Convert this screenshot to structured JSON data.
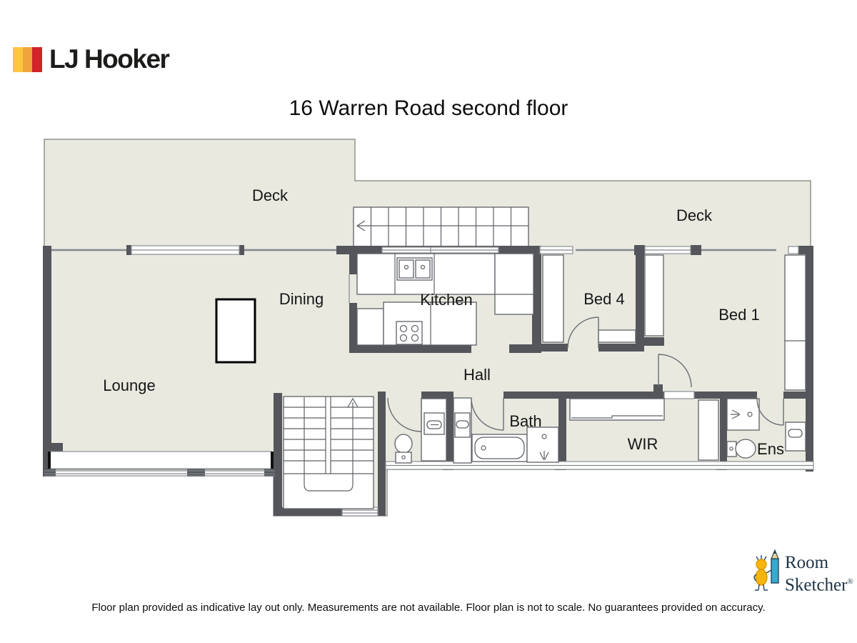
{
  "header": {
    "brand": "LJ Hooker",
    "title": "16 Warren Road second floor"
  },
  "floorplan": {
    "rooms": [
      {
        "id": "deck-left",
        "label": "Deck"
      },
      {
        "id": "deck-right",
        "label": "Deck"
      },
      {
        "id": "dining",
        "label": "Dining"
      },
      {
        "id": "kitchen",
        "label": "Kitchen"
      },
      {
        "id": "bed4",
        "label": "Bed 4"
      },
      {
        "id": "bed1",
        "label": "Bed 1"
      },
      {
        "id": "lounge",
        "label": "Lounge"
      },
      {
        "id": "hall",
        "label": "Hall"
      },
      {
        "id": "bath",
        "label": "Bath"
      },
      {
        "id": "wir",
        "label": "WIR"
      },
      {
        "id": "ens",
        "label": "Ens"
      }
    ],
    "colors": {
      "floor": "#e9e9e0",
      "wall": "#54565b",
      "thin_line": "#84888d"
    }
  },
  "watermark": {
    "line1": "Room",
    "line2": "Sketcher",
    "registered": "®"
  },
  "footer": {
    "disclaimer": "Floor plan provided as indicative lay out only. Measurements are not available. Floor plan is not to scale. No guarantees provided on accuracy."
  },
  "brand_colors": {
    "stripe_yellow": "#FCC63F",
    "stripe_orange": "#F0A43C",
    "stripe_red": "#D2232A"
  }
}
